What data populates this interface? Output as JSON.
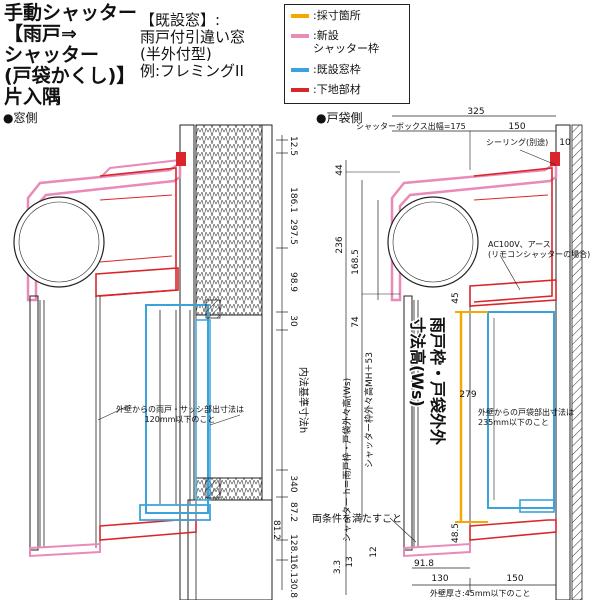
{
  "title_lines": [
    "手動シャッター",
    "【雨戸⇒",
    "シャッター",
    "(戸袋かくし)】",
    "片入隅"
  ],
  "subtitle_lines": [
    "【既設窓】:",
    "雨戸付引違い窓",
    "(半外付型)",
    "例:フレミングII"
  ],
  "legend": {
    "items": [
      {
        "label": ":採寸箇所",
        "color": "#f5a800"
      },
      {
        "label": ":新設\nシャッター枠",
        "color": "#e98ab8"
      },
      {
        "label": ":既設窓枠",
        "color": "#3aa3dc"
      },
      {
        "label": ":下地部材",
        "color": "#d9262b"
      }
    ]
  },
  "left_view": {
    "header": "●窓側",
    "dims": [
      "12.5",
      "186.1",
      "297.5",
      "98.9",
      "30",
      "340",
      "87.2",
      "128.1",
      "16.1",
      "30.8",
      "81.2"
    ],
    "note": "外壁からの雨戸・サッシ部出寸法は\n120mm以下のこと",
    "vertical_label": "内法基準寸法h"
  },
  "right_view": {
    "header": "●戸袋側",
    "dims": [
      "325",
      "150",
      "10",
      "44",
      "236",
      "168.5",
      "74",
      "45",
      "279",
      "48.5",
      "91.8",
      "130",
      "150",
      "3.3",
      "13",
      "12"
    ],
    "box_label": "シャッターボックス出幅=175",
    "sealing": "シーリング(別途)",
    "ac_note": "AC100V、アース\n(リモコンシャッターの場合)",
    "note": "外壁からの戸袋部出寸法は\n235mm以下のこと",
    "measure_label": "雨戸枠・戸袋外外\n寸法高(Ws)",
    "vertical_label1": "シャッター枠外々高MH＋53",
    "vertical_label2": "シャッター h＝雨戸枠・戸袋外々高(Ws)",
    "bottom_label": "外壁厚さ:45mm以下のこと",
    "condition": "両条件を満たすこと"
  }
}
